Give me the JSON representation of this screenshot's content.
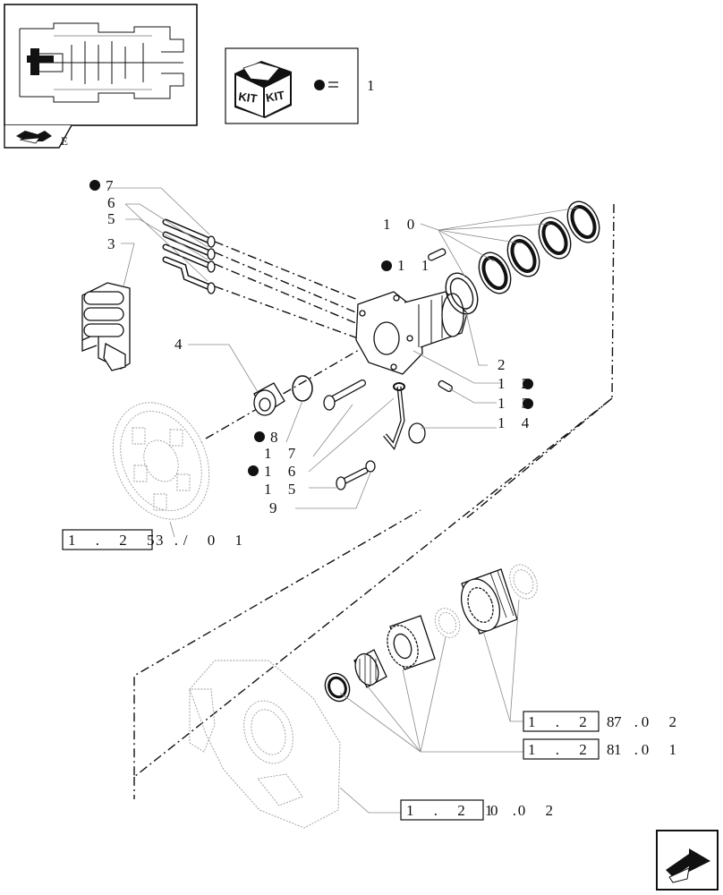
{
  "header": {
    "section_letter": "E",
    "kit_legend_value": "1",
    "kit_labels": [
      "KIT",
      "KIT"
    ]
  },
  "callouts": {
    "c7": "7",
    "c6": "6",
    "c5": "5",
    "c3": "3",
    "c4": "4",
    "c10": "1 0",
    "c11": "1 1",
    "c2": "2",
    "c12": "1 2",
    "c13": "1 3",
    "c14": "1 4",
    "c8": "8",
    "c17": "1 7",
    "c16": "1 6",
    "c15": "1 5",
    "c9": "9"
  },
  "references": {
    "r1": {
      "boxed": "1 . 2 5 .",
      "rest": "3 / 0 1"
    },
    "r2": {
      "boxed": "1 . 2 8 .",
      "rest": "7   0 2"
    },
    "r3": {
      "boxed": "1 . 2 8 .",
      "rest": "1   0 1"
    },
    "r4": {
      "boxed": "1 . 2 1 .",
      "rest": "0   0 2"
    }
  },
  "colors": {
    "ink": "#111111",
    "leader": "#8a8a8a",
    "background": "#ffffff"
  },
  "icons": {
    "nav": "next-page-arrow-icon",
    "section": "book-arrow-icon",
    "kit": "kit-box-icon",
    "marker": "bullet-dot-icon"
  }
}
